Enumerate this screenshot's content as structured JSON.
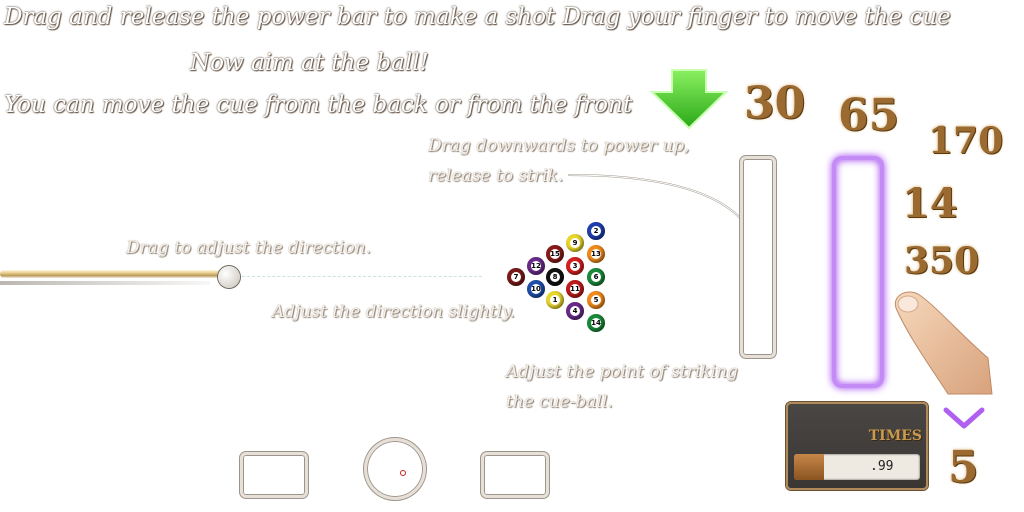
{
  "instructions": {
    "line1": "Drag and release the power bar to make a shot Drag your finger to move the cue",
    "line2": "Now aim at the ball!",
    "line3": "You can move the cue from the back or from the front"
  },
  "hints": {
    "power": "Drag downwards to power up,",
    "power2": "release to strik.",
    "direction": "Drag to adjust the direction.",
    "fine": "Adjust the direction slightly.",
    "spin": "Adjust the point of striking",
    "spin2": "the cue-ball."
  },
  "numbers": {
    "n30": "30",
    "n65": "65",
    "n170": "170",
    "n14": "14",
    "n350": "350",
    "n5": "5"
  },
  "times_panel": {
    "label": "TIMES",
    "value": ".99"
  },
  "rack": [
    {
      "num": "2",
      "color": "#1f3fae"
    },
    {
      "num": "9",
      "color": "#e8d62a"
    },
    {
      "num": "13",
      "color": "#f08a1a"
    },
    {
      "num": "15",
      "color": "#8a1a1a"
    },
    {
      "num": "3",
      "color": "#d42020"
    },
    {
      "num": "6",
      "color": "#1a8a3a"
    },
    {
      "num": "12",
      "color": "#6a2a8a"
    },
    {
      "num": "8",
      "color": "#111111"
    },
    {
      "num": "11",
      "color": "#c01a1a"
    },
    {
      "num": "7",
      "color": "#7a1a1a"
    },
    {
      "num": "10",
      "color": "#1f4faa"
    },
    {
      "num": "1",
      "color": "#e8d62a"
    },
    {
      "num": "5",
      "color": "#f08a1a"
    },
    {
      "num": "4",
      "color": "#6a2a8a"
    },
    {
      "num": "14",
      "color": "#1a8a3a"
    }
  ],
  "colors": {
    "accent_purple": "#b060f0",
    "number_gold": "#9a6a30",
    "arrow_green": "#3cc81e"
  }
}
